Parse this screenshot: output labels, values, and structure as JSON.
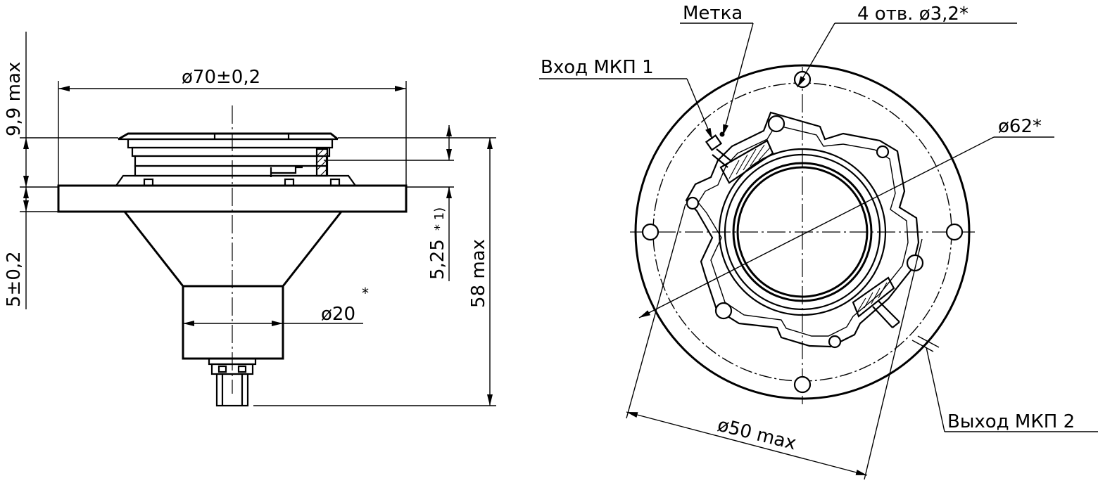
{
  "side_view": {
    "dim_diameter_70": "ø70±0,2",
    "dim_height_9_9": "9,9 max",
    "dim_5": "5±0,2",
    "dim_5_25": "5,25",
    "dim_5_25_mark": "* 1)",
    "dim_58": "58 max",
    "dim_diameter_20": "ø20",
    "dim_diameter_20_mark": "*"
  },
  "top_view": {
    "label_mark": "Метка",
    "label_holes": "4 отв. ø3,2*",
    "label_input": "Вход МКП 1",
    "dim_diameter_62": "ø62*",
    "label_output": "Выход МКП 2",
    "dim_diameter_50": "ø50 max"
  },
  "colors": {
    "line": "#000000",
    "background": "#ffffff"
  }
}
